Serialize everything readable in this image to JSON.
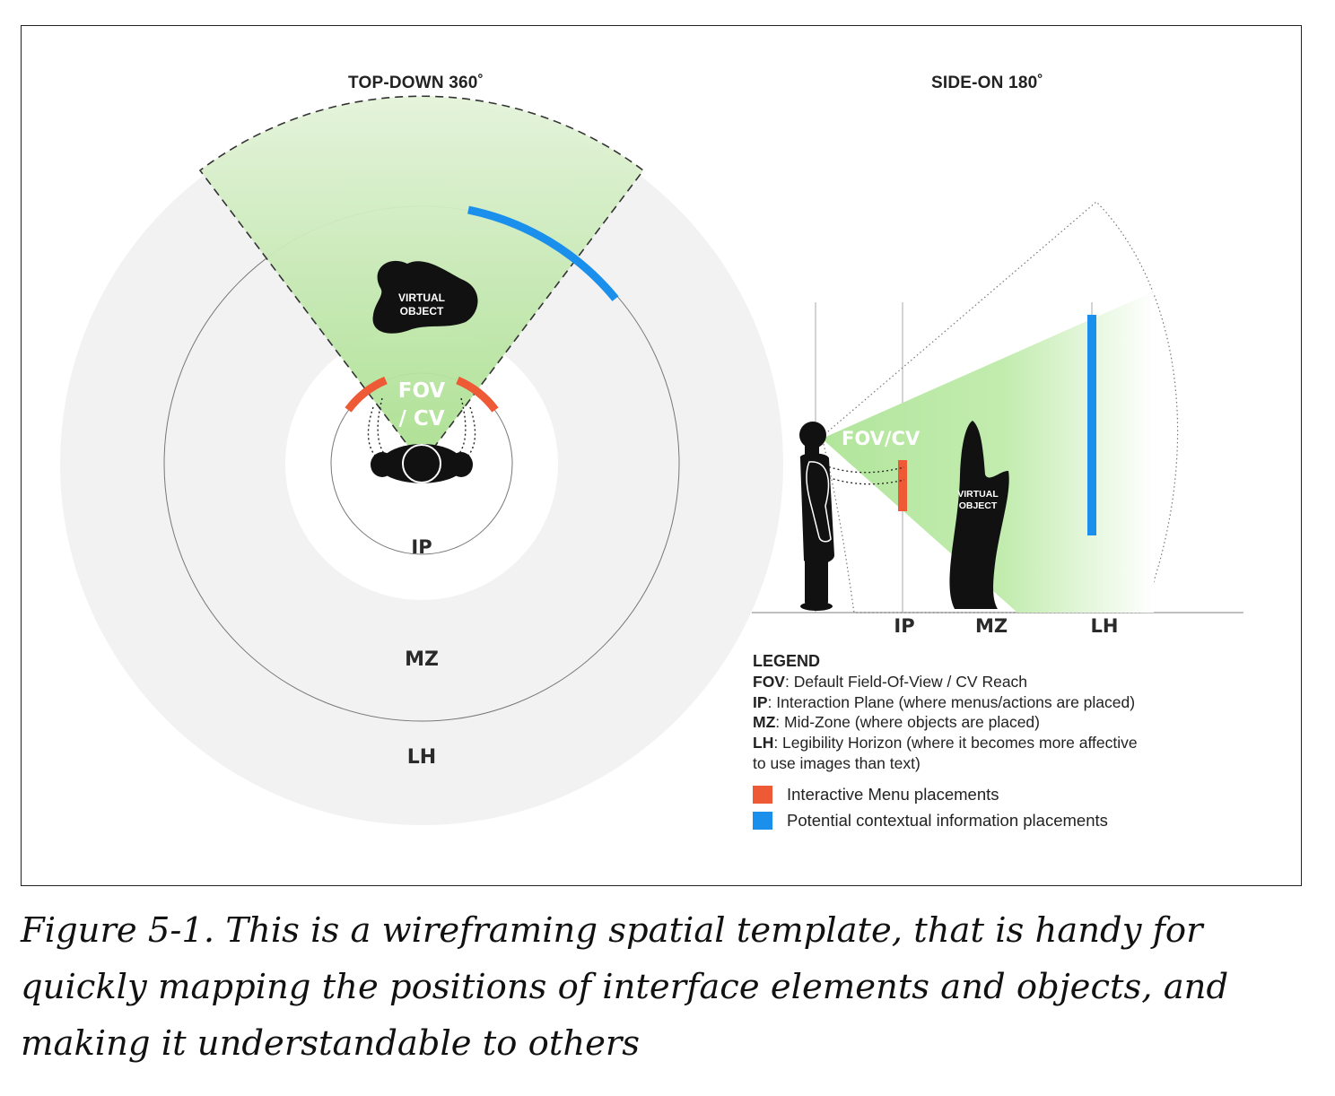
{
  "top_view": {
    "title": "TOP-DOWN 360˚",
    "fov_line1": "FOV",
    "fov_line2": "/ CV",
    "virtual_line1": "VIRTUAL",
    "virtual_line2": "OBJECT",
    "ip": "IP",
    "mz": "MZ",
    "lh": "LH"
  },
  "side_view": {
    "title": "SIDE-ON 180˚",
    "fov": "FOV/CV",
    "virtual_line1": "VIRTUAL",
    "virtual_line2": "OBJECT",
    "ip": "IP",
    "mz": "MZ",
    "lh": "LH"
  },
  "legend": {
    "heading": "LEGEND",
    "items": [
      {
        "abbr": "FOV",
        "text": ": Default Field-Of-View / CV Reach"
      },
      {
        "abbr": "IP",
        "text": ": Interaction Plane (where menus/actions are placed)"
      },
      {
        "abbr": "MZ",
        "text": ": Mid-Zone (where objects are placed)"
      },
      {
        "abbr": "LH",
        "text": ": Legibility Horizon (where it becomes more affective"
      }
    ],
    "continuation": "to use images than text)",
    "swatches": [
      {
        "label": "Interactive Menu placements",
        "color": "#ee5a35"
      },
      {
        "label": "Potential contextual information placements",
        "color": "#1a8fec"
      }
    ]
  },
  "colors": {
    "menu": "#ee5a35",
    "info": "#1a8fec",
    "zone_fill": "#f2f2f2",
    "fov_green": "#b9e6a4"
  },
  "caption": "Figure 5-1. This is a wireframing spatial template, that is handy for quickly mapping the positions of interface elements and objects, and making it understandable to others"
}
